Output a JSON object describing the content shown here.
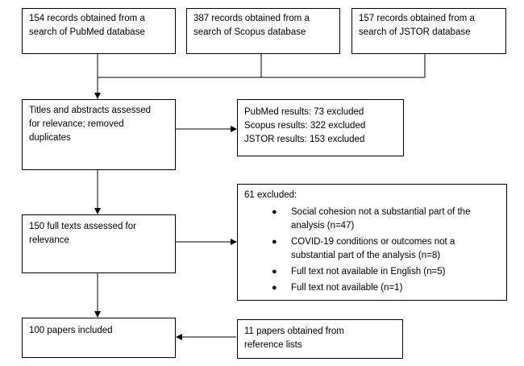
{
  "sources": [
    {
      "lines": [
        "154 records obtained from  a",
        "search of PubMed database"
      ]
    },
    {
      "lines": [
        "387 records obtained from  a",
        "search of Scopus database"
      ]
    },
    {
      "lines": [
        "157 records obtained from  a",
        "search of JSTOR database"
      ]
    }
  ],
  "screening": {
    "lines": [
      "Titles and abstracts assessed",
      "for relevance; removed",
      "duplicates"
    ]
  },
  "screen_excluded": {
    "lines": [
      "PubMed results: 73 excluded",
      "Scopus results: 322 excluded",
      "JSTOR results: 153 excluded"
    ]
  },
  "fulltext": {
    "lines": [
      "150 full texts assessed for",
      "relevance"
    ]
  },
  "fulltext_excluded": {
    "title": "61 excluded:",
    "reasons": [
      {
        "lines": [
          "Social cohesion not a substantial part of the",
          "analysis (n=47)"
        ]
      },
      {
        "lines": [
          "COVID-19 conditions or outcomes not a",
          "substantial part of the analysis (n=8)"
        ]
      },
      {
        "lines": [
          "Full text not available in English (n=5)"
        ]
      },
      {
        "lines": [
          "Full text not available (n=1)"
        ]
      }
    ]
  },
  "included": {
    "lines": [
      "100 papers included"
    ]
  },
  "references": {
    "lines": [
      "11 papers obtained from",
      "reference lists"
    ]
  }
}
